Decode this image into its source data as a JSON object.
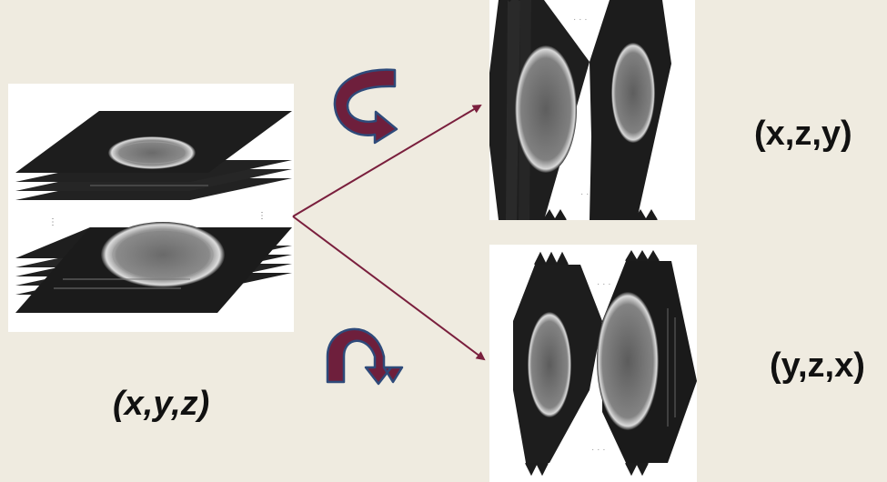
{
  "labels": {
    "source": "(x,y,z)",
    "top_target": "(x,z,y)",
    "bottom_target": "(y,z,x)"
  },
  "colors": {
    "background": "#efebe0",
    "arrow": "#7a1f3d",
    "rotate_arrow_fill": "#6e1f3c",
    "rotate_arrow_outline": "#2e4a7a",
    "slice": "#1d1d1d"
  },
  "panels": [
    {
      "name": "source-stack",
      "orientation": "axial"
    },
    {
      "name": "coronal-stack",
      "orientation": "coronal"
    },
    {
      "name": "sagittal-stack",
      "orientation": "sagittal"
    }
  ],
  "arrows": [
    {
      "from": "source-stack",
      "to": "coronal-stack"
    },
    {
      "from": "source-stack",
      "to": "sagittal-stack"
    }
  ],
  "rotations": [
    {
      "name": "rotate-to-coronal-icon",
      "icon": "curved-arrow-down"
    },
    {
      "name": "rotate-to-sagittal-icon",
      "icon": "curved-arrow-over"
    }
  ]
}
